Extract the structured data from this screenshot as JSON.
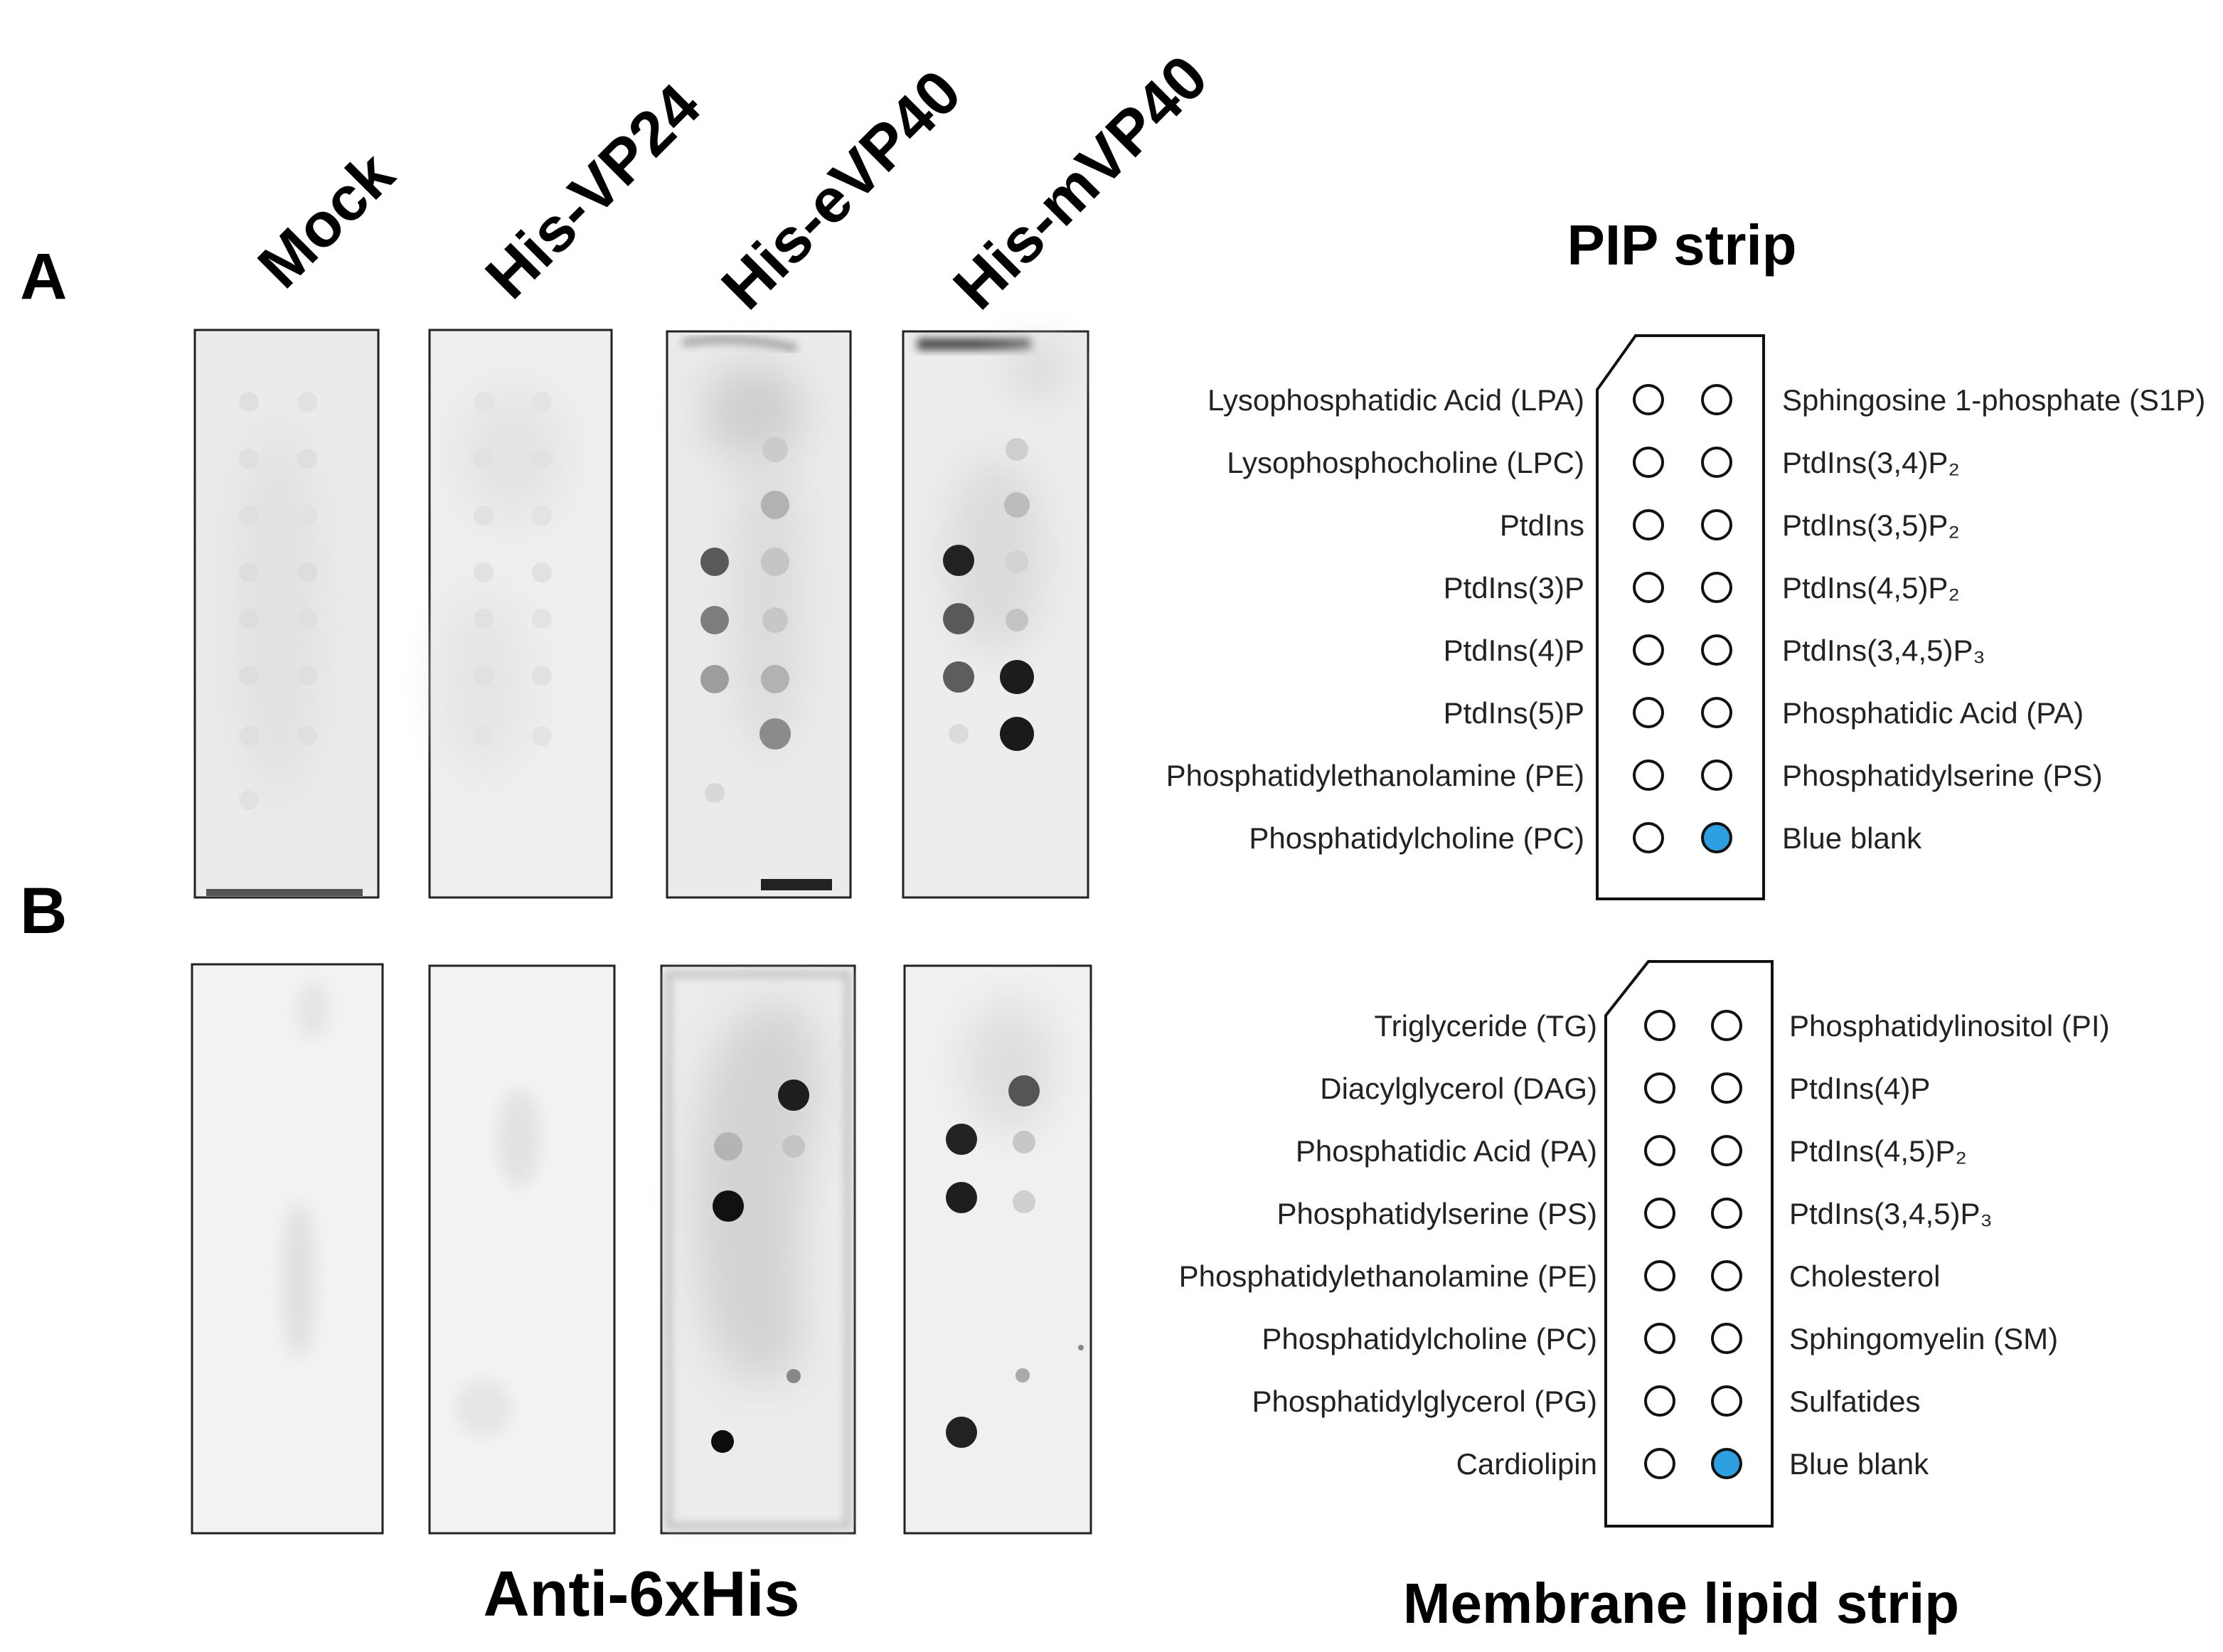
{
  "figure": {
    "panel_a_letter": "A",
    "panel_b_letter": "B",
    "lane_labels": [
      "Mock",
      "His-VP24",
      "His-eVP40",
      "His-mVP40"
    ],
    "antibody_label": "Anti-6xHis",
    "colors": {
      "blue_blank": "#2e9fe0",
      "spot_dark": "#1a1a1a"
    }
  },
  "pip_strip": {
    "title": "PIP strip",
    "left_labels": [
      "Lysophosphatidic Acid (LPA)",
      "Lysophosphocholine (LPC)",
      "PtdIns",
      "PtdIns(3)P",
      "PtdIns(4)P",
      "PtdIns(5)P",
      "Phosphatidylethanolamine (PE)",
      "Phosphatidylcholine (PC)"
    ],
    "right_labels": [
      "Sphingosine 1-phosphate (S1P)",
      "PtdIns(3,4)P₂",
      "PtdIns(3,5)P₂",
      "PtdIns(4,5)P₂",
      "PtdIns(3,4,5)P₃",
      "Phosphatidic Acid (PA)",
      "Phosphatidylserine (PS)",
      "Blue blank"
    ]
  },
  "membrane_strip": {
    "title": "Membrane lipid strip",
    "left_labels": [
      "Triglyceride (TG)",
      "Diacylglycerol (DAG)",
      "Phosphatidic Acid (PA)",
      "Phosphatidylserine (PS)",
      "Phosphatidylethanolamine (PE)",
      "Phosphatidylcholine (PC)",
      "Phosphatidylglycerol (PG)",
      "Cardiolipin"
    ],
    "right_labels": [
      "Phosphatidylinositol (PI)",
      "PtdIns(4)P",
      "PtdIns(4,5)P₂",
      "PtdIns(3,4,5)P₃",
      "Cholesterol",
      "Sphingomyelin (SM)",
      "Sulfatides",
      "Blue blank"
    ]
  }
}
